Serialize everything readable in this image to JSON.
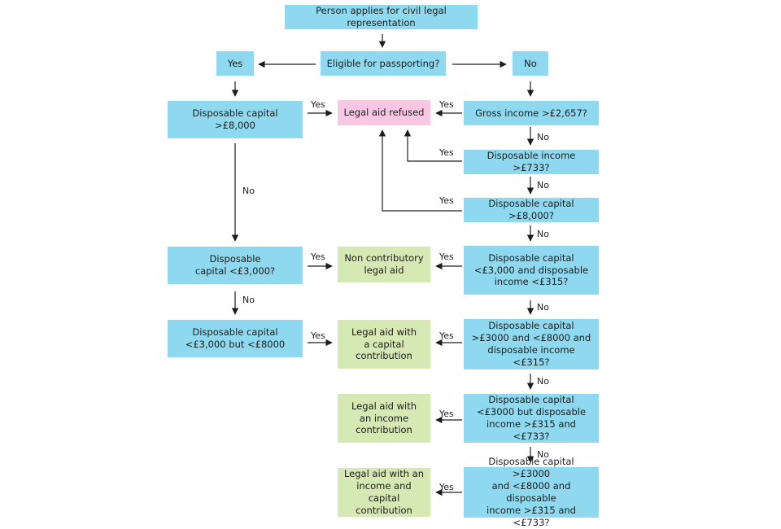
{
  "nodes": {
    "start": "Person applies for civil legal representation",
    "passport": "Eligible for passporting?",
    "yes_top": "Yes",
    "no_top": "No",
    "cap_8000_left": "Disposable capital\n>£8,000",
    "refused": "Legal aid refused",
    "gross": "Gross income >£2,657?",
    "disp_inc_733": "Disposable income >£733?",
    "disp_cap_8000_right": "Disposable capital >£8,000?",
    "cap_3000_left": "Disposable\ncapital <£3,000?",
    "non_contrib": "Non contributory\nlegal aid",
    "cap3000_inc315": "Disposable capital\n<£3,000 and disposable\nincome <£315?",
    "cap_3000_8000_left": "Disposable capital\n<£3,000 but <£8000",
    "capital_contrib": "Legal aid with\na capital\ncontribution",
    "cap_3000_8000_inc315": "Disposable capital\n>£3000 and <£8000 and\ndisposable income <£315?",
    "income_contrib": "Legal aid with\nan income\ncontribution",
    "cap3000_inc315_733": "Disposable capital\n<£3000 but disposable\nincome >£315 and <£733?",
    "both_contrib": "Legal aid with an\nincome and capital\ncontribution",
    "cap_3000_8000_inc_315_733": "Disposable capital >£3000\nand <£8000 and disposable\nincome  >£315 and <£733?"
  },
  "edge_labels": {
    "yes": "Yes",
    "no": "No"
  }
}
